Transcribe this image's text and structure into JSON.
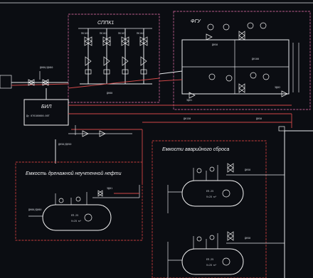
{
  "labels": {
    "sppk": "СППК1",
    "fgu": "ФГУ",
    "bil": "БИЛ",
    "bil_code": "Ду 076100000.00Т",
    "drain_tank": "Емкость дренажной неучтенной нефти",
    "emergency_tanks": "Емкости аварийного сброса",
    "tank_a": "ЕП-25",
    "tank_a_volume": "V=25 м³",
    "tank_b": "ЕП-25",
    "tank_b_volume": "V=25 м³",
    "tank_c": "ЕП-25",
    "tank_c_volume": "V=25 м³"
  },
  "tags": {
    "t1": "ДН80/ДН80",
    "t2": "ДН80",
    "t3": "ДН100",
    "t4": "ДН50",
    "t5": "ЗД01",
    "t6": "ЗД02",
    "t7": "ДН150",
    "t8": "ДН50/ДН50"
  },
  "colors": {
    "background": "#0b0d12",
    "pipe": "#e9ecef",
    "boundary_red": "#c23a3a",
    "boundary_pink": "#b85a8a"
  }
}
